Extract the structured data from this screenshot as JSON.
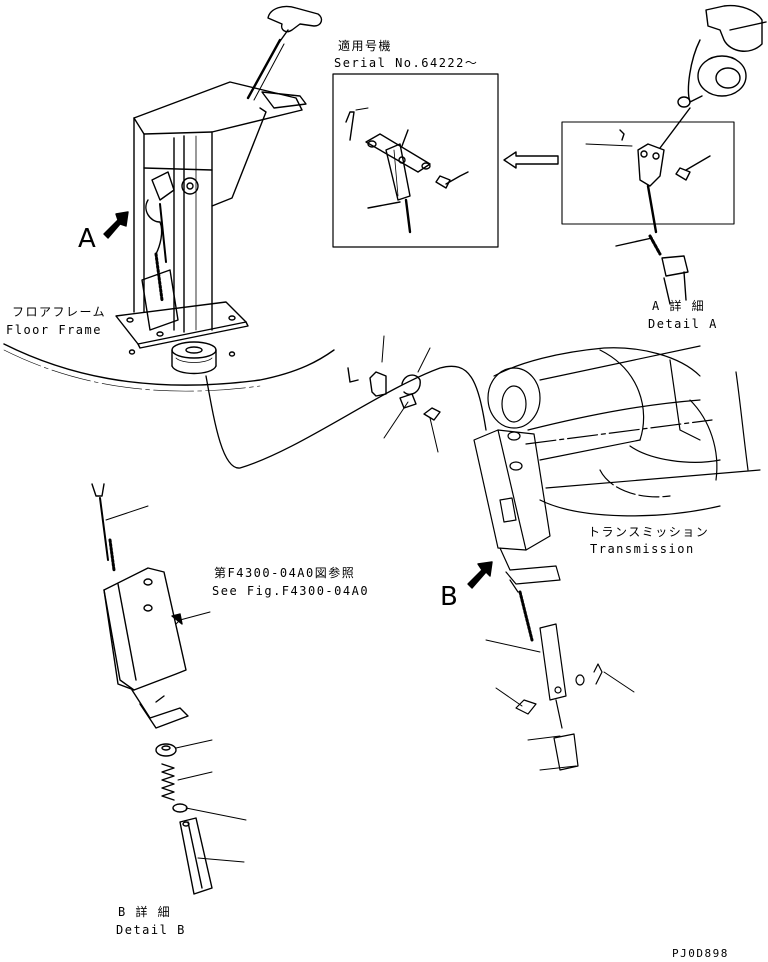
{
  "serial_box": {
    "applicable_jp": "適用号機",
    "serial": "Serial No.64222〜"
  },
  "floor_frame": {
    "jp": "フロアフレーム",
    "en": "Floor Frame"
  },
  "detail_a": {
    "jp": "A 詳 細",
    "en": "Detail A"
  },
  "transmission": {
    "jp": "トランスミッション",
    "en": "Transmission"
  },
  "see_fig": {
    "jp": "第F4300-04A0図参照",
    "en": "See Fig.F4300-04A0"
  },
  "detail_b": {
    "jp": "B 詳 細",
    "en": "Detail B"
  },
  "callouts": {
    "a": "A",
    "b": "B"
  },
  "drawing_code": "PJ0D898",
  "colors": {
    "line": "#000000",
    "background": "#ffffff"
  }
}
